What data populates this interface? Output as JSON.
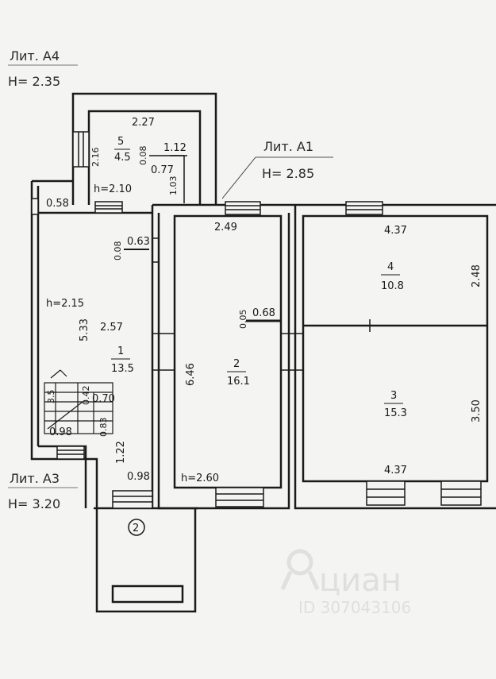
{
  "litera": {
    "a4": {
      "name": "Лит. А4",
      "height": "H= 2.35"
    },
    "a1": {
      "name": "Лит. А1",
      "height": "H= 2.85"
    },
    "a3": {
      "name": "Лит. А3",
      "height": "H= 3.20"
    }
  },
  "rooms": {
    "r1": {
      "number": "1",
      "area": "13.5",
      "height": "h=2.15",
      "dim_h": "5.33",
      "dim_w": "2.57"
    },
    "r2": {
      "number": "2",
      "area": "16.1",
      "height": "h=2.60",
      "dim_top": "2.49",
      "dim_left": "6.46",
      "door_w": "0.68",
      "door_t": "0.05"
    },
    "r3": {
      "number": "3",
      "area": "15.3",
      "dim_bottom": "4.37",
      "dim_right": "3.50"
    },
    "r4": {
      "number": "4",
      "area": "10.8",
      "dim_top": "4.37",
      "dim_right": "2.48"
    },
    "r5": {
      "number": "5",
      "area": "4.5",
      "height": "h=2.10",
      "dim_top": "2.27",
      "dim_left": "2.16",
      "d1": "0.08",
      "d2": "1.12",
      "d3": "0.77",
      "d4": "1.03"
    }
  },
  "dims": {
    "d058": "0.58",
    "d008": "0.08",
    "d063": "0.63",
    "stair_35": "3.5",
    "stair_042": "0.42",
    "stair_070": "0.70",
    "stair_098": "0.98",
    "stair_083": "0.83",
    "d122": "1.22",
    "d098b": "0.98"
  },
  "entrance_marker": "2",
  "watermark": {
    "brand": "циан",
    "id": "ID 307043106"
  }
}
